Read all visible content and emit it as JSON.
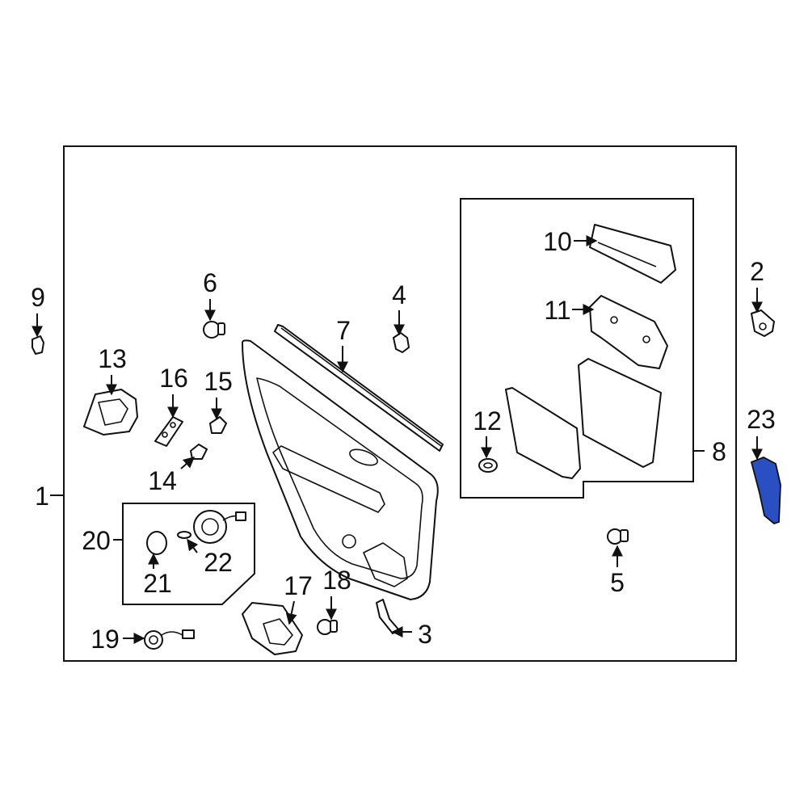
{
  "diagram": {
    "callouts": [
      {
        "id": "1",
        "label": "1"
      },
      {
        "id": "2",
        "label": "2"
      },
      {
        "id": "3",
        "label": "3"
      },
      {
        "id": "4",
        "label": "4"
      },
      {
        "id": "5",
        "label": "5"
      },
      {
        "id": "6",
        "label": "6"
      },
      {
        "id": "7",
        "label": "7"
      },
      {
        "id": "8",
        "label": "8"
      },
      {
        "id": "9",
        "label": "9"
      },
      {
        "id": "10",
        "label": "10"
      },
      {
        "id": "11",
        "label": "11"
      },
      {
        "id": "12",
        "label": "12"
      },
      {
        "id": "13",
        "label": "13"
      },
      {
        "id": "14",
        "label": "14"
      },
      {
        "id": "15",
        "label": "15"
      },
      {
        "id": "16",
        "label": "16"
      },
      {
        "id": "17",
        "label": "17"
      },
      {
        "id": "18",
        "label": "18"
      },
      {
        "id": "19",
        "label": "19"
      },
      {
        "id": "20",
        "label": "20"
      },
      {
        "id": "21",
        "label": "21"
      },
      {
        "id": "22",
        "label": "22"
      },
      {
        "id": "23",
        "label": "23"
      }
    ],
    "highlighted_part": "23",
    "highlight_color": "#2a4fc2",
    "line_color": "#111111",
    "background": "#ffffff"
  }
}
